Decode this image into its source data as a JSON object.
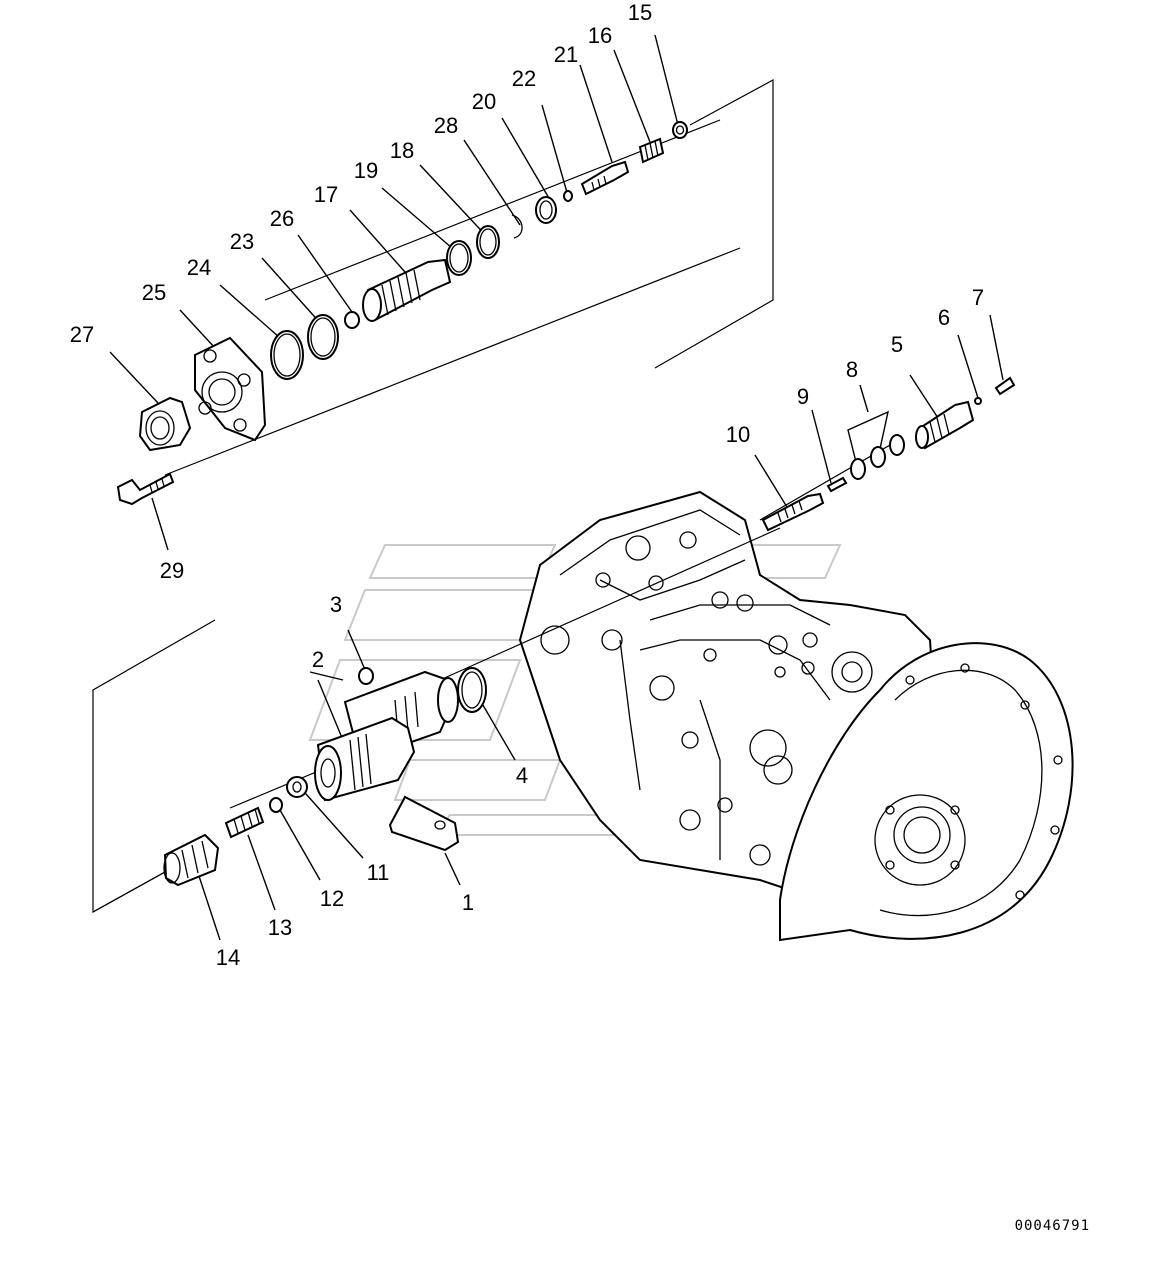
{
  "diagram": {
    "callouts": [
      {
        "id": "c1",
        "label": "1"
      },
      {
        "id": "c2",
        "label": "2"
      },
      {
        "id": "c3",
        "label": "3"
      },
      {
        "id": "c4",
        "label": "4"
      },
      {
        "id": "c5",
        "label": "5"
      },
      {
        "id": "c6",
        "label": "6"
      },
      {
        "id": "c7",
        "label": "7"
      },
      {
        "id": "c8",
        "label": "8"
      },
      {
        "id": "c9",
        "label": "9"
      },
      {
        "id": "c10",
        "label": "10"
      },
      {
        "id": "c11",
        "label": "11"
      },
      {
        "id": "c12",
        "label": "12"
      },
      {
        "id": "c13",
        "label": "13"
      },
      {
        "id": "c14",
        "label": "14"
      },
      {
        "id": "c15",
        "label": "15"
      },
      {
        "id": "c16",
        "label": "16"
      },
      {
        "id": "c17",
        "label": "17"
      },
      {
        "id": "c18",
        "label": "18"
      },
      {
        "id": "c19",
        "label": "19"
      },
      {
        "id": "c20",
        "label": "20"
      },
      {
        "id": "c21",
        "label": "21"
      },
      {
        "id": "c22",
        "label": "22"
      },
      {
        "id": "c23",
        "label": "23"
      },
      {
        "id": "c24",
        "label": "24"
      },
      {
        "id": "c25",
        "label": "25"
      },
      {
        "id": "c26",
        "label": "26"
      },
      {
        "id": "c27",
        "label": "27"
      },
      {
        "id": "c28",
        "label": "28"
      },
      {
        "id": "c29",
        "label": "29"
      }
    ],
    "document_number": "00046791",
    "colors": {
      "ink": "#000000",
      "background": "#ffffff",
      "watermark": "#c9c9c9"
    }
  }
}
